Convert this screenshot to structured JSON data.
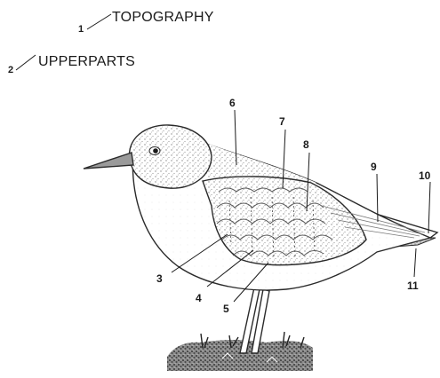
{
  "header": {
    "item1": {
      "number": "1",
      "text": "TOPOGRAPHY"
    },
    "item2": {
      "number": "2",
      "text": "UPPERPARTS"
    }
  },
  "callouts": [
    {
      "number": "3"
    },
    {
      "number": "4"
    },
    {
      "number": "5"
    },
    {
      "number": "6"
    },
    {
      "number": "7"
    },
    {
      "number": "8"
    },
    {
      "number": "9"
    },
    {
      "number": "10"
    },
    {
      "number": "11"
    }
  ]
}
